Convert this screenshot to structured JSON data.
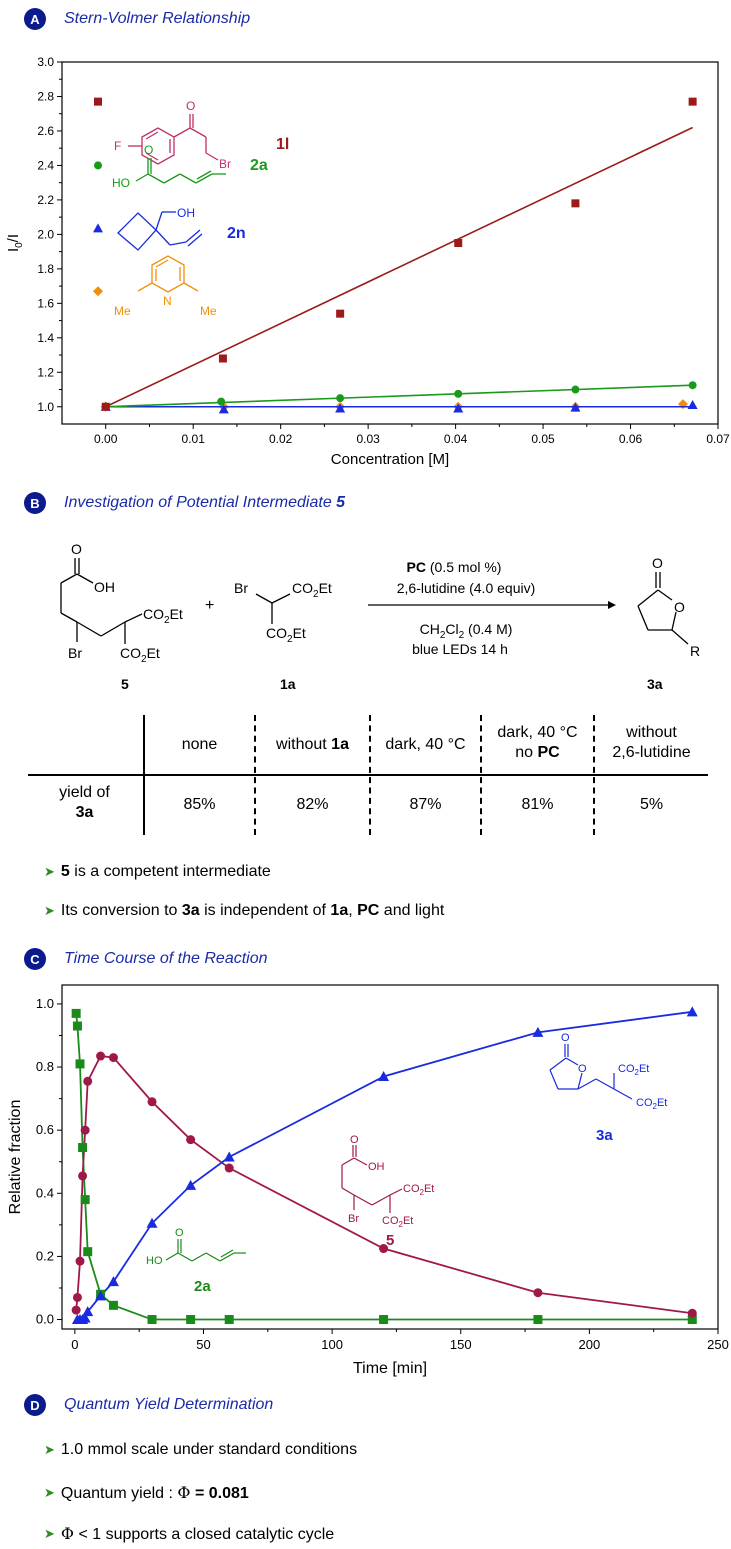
{
  "sections": {
    "a": {
      "badge": "A",
      "title": "Stern-Volmer Relationship"
    },
    "b": {
      "badge": "B",
      "title_prefix": "Investigation of Potential Intermediate ",
      "title_bold": "5"
    },
    "c": {
      "badge": "C",
      "title": "Time Course of the Reaction"
    },
    "d": {
      "badge": "D",
      "title": "Quantum Yield Determination"
    }
  },
  "chart_data": [
    {
      "type": "scatter",
      "xlabel": "Concentration [M]",
      "ylabel_main": "I",
      "ylabel_sub": "0",
      "ylabel_tail": "/I",
      "xlim": [
        -0.005,
        0.07
      ],
      "ylim": [
        0.9,
        3.0
      ],
      "xticks": [
        "0.00",
        "0.01",
        "0.02",
        "0.03",
        "0.04",
        "0.05",
        "0.06",
        "0.07"
      ],
      "yticks": [
        "1.0",
        "1.2",
        "1.4",
        "1.6",
        "1.8",
        "2.0",
        "2.2",
        "2.4",
        "2.6",
        "2.8",
        "3.0"
      ],
      "series": [
        {
          "name": "1l",
          "color": "#9b1b1b",
          "marker": "square",
          "x": [
            0,
            0.0134,
            0.0268,
            0.0403,
            0.0537,
            0.0671
          ],
          "y": [
            1.0,
            1.28,
            1.54,
            1.95,
            2.18,
            2.77
          ],
          "fit": [
            [
              0,
              1.0
            ],
            [
              0.0671,
              2.62
            ]
          ]
        },
        {
          "name": "2a",
          "color": "#1a9a1a",
          "marker": "circle",
          "x": [
            0,
            0.0132,
            0.0268,
            0.0403,
            0.0537,
            0.0671
          ],
          "y": [
            1.0,
            1.03,
            1.05,
            1.075,
            1.1,
            1.125
          ],
          "fit": [
            [
              0,
              1.0
            ],
            [
              0.0671,
              1.125
            ]
          ]
        },
        {
          "name": "2n",
          "color": "#1a2ae0",
          "marker": "triangle",
          "x": [
            0,
            0.0135,
            0.0268,
            0.0403,
            0.0537,
            0.0671
          ],
          "y": [
            1.0,
            0.985,
            0.99,
            0.99,
            0.995,
            1.01
          ],
          "fit": [
            [
              0,
              1.0
            ],
            [
              0.0671,
              1.0
            ]
          ]
        },
        {
          "name": "",
          "color": "#f0900a",
          "marker": "diamond",
          "x": [
            0,
            0.0135,
            0.0268,
            0.0403,
            0.0537,
            0.066
          ],
          "y": [
            1.0,
            1.0,
            1.0,
            1.0,
            1.0,
            1.015
          ],
          "fit": [
            [
              0,
              1.0
            ],
            [
              0.066,
              1.0
            ]
          ]
        }
      ],
      "legend_labels": {
        "s1l": "1l",
        "s2a": "2a",
        "s2n": "2n",
        "f": "F",
        "br": "Br",
        "o": "O",
        "ho": "HO",
        "oh": "OH",
        "me": "Me",
        "n": "N"
      }
    },
    {
      "type": "line",
      "xlabel": "Time [min]",
      "ylabel": "Relative fraction",
      "xlim": [
        -5,
        250
      ],
      "ylim": [
        -0.03,
        1.06
      ],
      "xticks": [
        "0",
        "50",
        "100",
        "150",
        "200",
        "250"
      ],
      "yticks": [
        "0.0",
        "0.2",
        "0.4",
        "0.6",
        "0.8",
        "1.0"
      ],
      "series": [
        {
          "name": "2a",
          "color": "#1a8a1a",
          "marker": "square",
          "x": [
            0.5,
            1,
            2,
            3,
            4,
            5,
            10,
            15,
            30,
            45,
            60,
            120,
            180,
            240
          ],
          "y": [
            0.97,
            0.93,
            0.81,
            0.545,
            0.38,
            0.215,
            0.08,
            0.045,
            0.0,
            0.0,
            0.0,
            0.0,
            0.0,
            0.0
          ]
        },
        {
          "name": "5",
          "color": "#a0184a",
          "marker": "circle",
          "x": [
            0.5,
            1,
            2,
            3,
            4,
            5,
            10,
            15,
            30,
            45,
            60,
            120,
            180,
            240
          ],
          "y": [
            0.03,
            0.07,
            0.185,
            0.455,
            0.6,
            0.755,
            0.835,
            0.83,
            0.69,
            0.57,
            0.48,
            0.225,
            0.085,
            0.02
          ]
        },
        {
          "name": "3a",
          "color": "#1a2ae0",
          "marker": "triangle",
          "x": [
            1,
            2,
            3,
            4,
            5,
            10,
            15,
            30,
            45,
            60,
            120,
            180,
            240
          ],
          "y": [
            0.0,
            0.0,
            0.0,
            0.005,
            0.025,
            0.075,
            0.12,
            0.305,
            0.425,
            0.515,
            0.77,
            0.91,
            0.975
          ]
        }
      ],
      "struct_labels": {
        "co2et": "CO",
        "two": "2",
        "et": "Et",
        "br": "Br",
        "o": "O",
        "oh": "OH",
        "ho": "HO",
        "c5": "5",
        "c3a": "3a",
        "c2a": "2a"
      }
    }
  ],
  "scheme": {
    "oh": "OH",
    "o": "O",
    "br": "Br",
    "co": "CO",
    "two": "2",
    "et": "Et",
    "plus": "+",
    "r": "R",
    "cmp5": "5",
    "cmp1a": "1a",
    "cmp3a": "3a",
    "pc": "PC",
    "pc_tail": " (0.5 mol %)",
    "lutidine": "2,6-lutidine  (4.0 equiv)",
    "solvent_a": "CH",
    "solvent_b": "Cl",
    "solvent_c": " (0.4 M)",
    "leds": "blue LEDs 14 h"
  },
  "table": {
    "headers": [
      {
        "plain": "none",
        "bold": ""
      },
      {
        "plain": "without ",
        "bold": "1a"
      },
      {
        "plain": "dark, 40 °C",
        "bold": ""
      },
      {
        "plain": "dark, 40 °C",
        "line2_plain": "no ",
        "line2_bold": "PC"
      },
      {
        "plain": "without",
        "line2_plain": "2,6-lutidine",
        "line2_bold": ""
      }
    ],
    "row_label_1": "yield of",
    "row_label_2": "3a",
    "values": [
      "85%",
      "82%",
      "87%",
      "81%",
      "5%"
    ]
  },
  "bullets_b": {
    "b1_bold": "5",
    "b1_text": " is a competent intermediate",
    "b2_a": "Its conversion to ",
    "b2_b": "3a",
    "b2_c": " is independent of ",
    "b2_d": "1a",
    "b2_e": ", ",
    "b2_f": "PC",
    "b2_g": " and light"
  },
  "bullets_d": {
    "b1": "1.0 mmol scale under standard conditions",
    "b2_a": "Quantum yield : ",
    "b2_phi": "Φ",
    "b2_b": " = 0.081",
    "b3_phi": "Φ",
    "b3": " < 1 supports a closed catalytic cycle"
  },
  "icons": {
    "bullet": "➤"
  }
}
